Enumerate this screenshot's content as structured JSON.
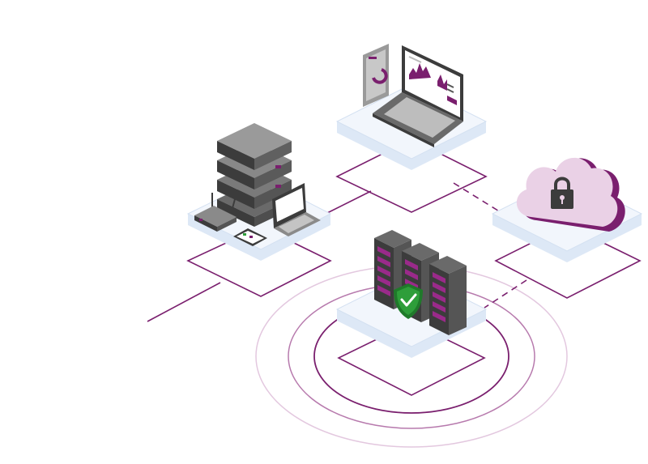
{
  "colors": {
    "background": "#ffffff",
    "accent_purple": "#7a1f6e",
    "ring_purple_light": "#c79ac0",
    "platform_top": "#f2f6fc",
    "platform_side": "#dde8f6",
    "platform_edge": "#cfdcef",
    "device_dark": "#3c3c3c",
    "device_mid": "#5a5a5a",
    "device_light": "#8a8a8a",
    "screen_white": "#ffffff",
    "cloud_pink": "#e8cde3",
    "cloud_shadow": "#7a1f6e",
    "shield_green": "#2e9e3a",
    "server_led_purple": "#9a2a8a"
  },
  "nodes": [
    {
      "id": "laptop-analytics",
      "icon": "laptop-chart-icon"
    },
    {
      "id": "server-stack-devices",
      "icon": "server-stack-icon"
    },
    {
      "id": "cloud-lock",
      "icon": "cloud-lock-icon"
    },
    {
      "id": "secure-datacenter",
      "icon": "server-rack-shield-icon"
    }
  ],
  "connections": [
    {
      "from": "server-stack-devices",
      "to": "laptop-analytics",
      "style": "solid"
    },
    {
      "from": "laptop-analytics",
      "to": "cloud-lock",
      "style": "dashed"
    },
    {
      "from": "cloud-lock",
      "to": "secure-datacenter",
      "style": "dashed"
    },
    {
      "from": "server-stack-devices",
      "to": "offscreen-left",
      "style": "solid"
    }
  ]
}
